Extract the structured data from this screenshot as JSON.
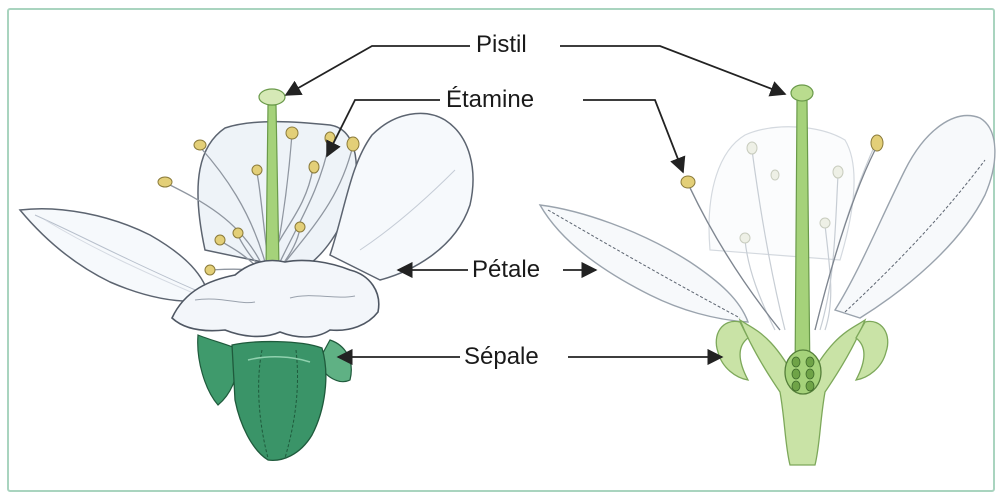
{
  "labels": {
    "pistil": "Pistil",
    "etamine": "Étamine",
    "petale": "Pétale",
    "sepale": "Sépale"
  },
  "colors": {
    "frame": "#a9d4bf",
    "sepal_green": "#3f9a6c",
    "pistil_green": "#a5d27a",
    "anther_yellow": "#e3cf78",
    "petal_white": "#f6f9fc",
    "petal_outline": "#5c6470",
    "arrow": "#222222"
  }
}
